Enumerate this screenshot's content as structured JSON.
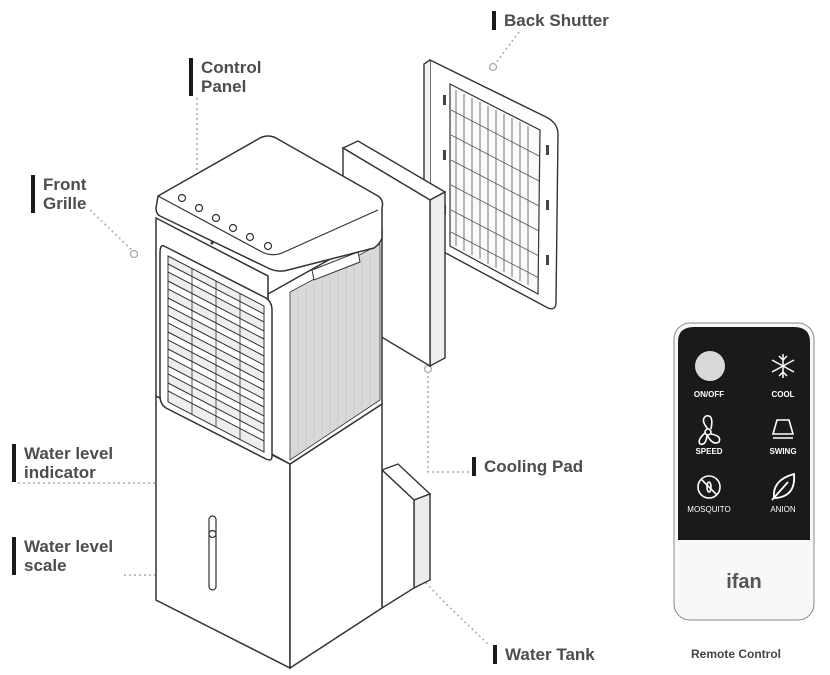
{
  "labels": {
    "back_shutter": "Back Shutter",
    "control_panel": [
      "Control",
      "Panel"
    ],
    "front_grille": [
      "Front",
      "Grille"
    ],
    "cooling_pad": "Cooling Pad",
    "water_level_indicator": [
      "Water level",
      "indicator"
    ],
    "water_level_scale": [
      "Water level",
      "scale"
    ],
    "water_tank": "Water Tank"
  },
  "remote": {
    "caption": "Remote Control",
    "brand": "ifan",
    "buttons": [
      {
        "label": "ON/OFF",
        "icon": "power-button-icon"
      },
      {
        "label": "COOL",
        "icon": "snowflake-icon"
      },
      {
        "label": "SPEED",
        "icon": "fan-icon"
      },
      {
        "label": "SWING",
        "icon": "swing-icon"
      },
      {
        "label": "MOSQUITO",
        "icon": "mosquito-icon"
      },
      {
        "label": "ANION",
        "icon": "leaf-icon"
      }
    ]
  }
}
